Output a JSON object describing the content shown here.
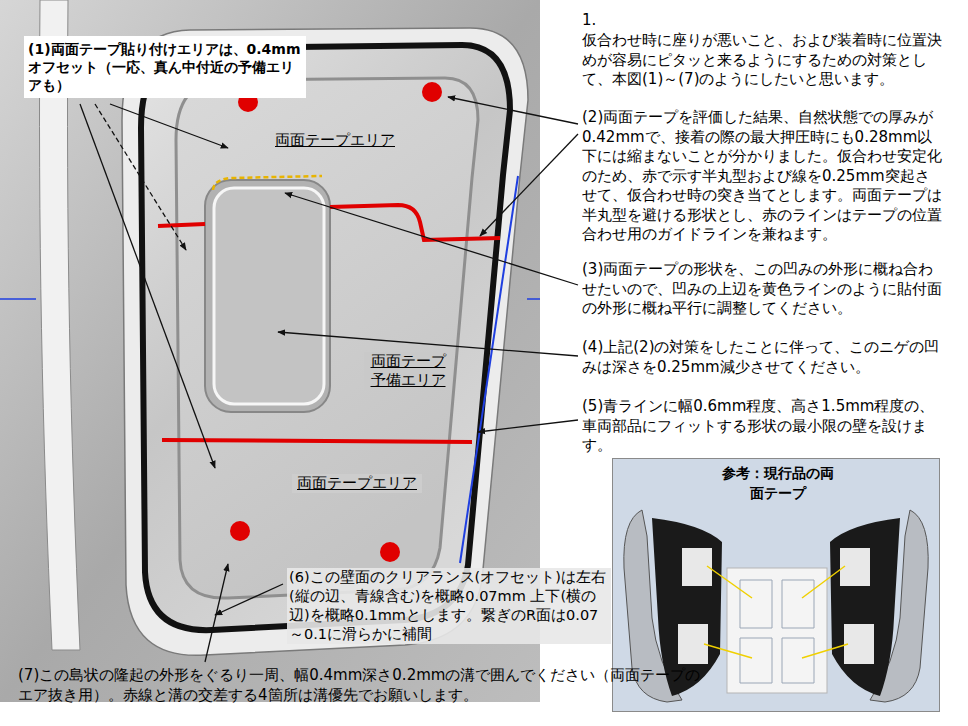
{
  "diagram": {
    "nodes": [
      {
        "text": [
          "(1)両面テープ貼り付けエリアは、0.4mmオフセット（一応、真ん中付近の予備エリアも）"
        ]
      },
      {
        "text": [
          "参考：現行品の両面テープ"
        ]
      }
    ],
    "labels": [
      "1.",
      "仮合わせ時に座りが悪いこと、および装着時に位置決めが容易にピタッと来るようにするための対策として、本図(1)～(7)のようにしたいと思います。",
      "(2)両面テープを評価した結果、自然状態での厚みが0.42mmで、接着の際の最大押圧時にも0.28mm以下には縮まないことが分かりました。仮合わせ安定化のため、赤で示す半丸型および線を0.25mm突起させて、仮合わせ時の突き当てとします。両面テープは半丸型を避ける形状とし、赤のラインはテープの位置合わせ用のガイドラインを兼ねます。",
      "(3)両面テープの形状を、この凹みの外形に概ね合わせたいので、凹みの上辺を黄色ラインのように貼付面の外形に概ね平行に調整してください。",
      "(4)上記(2)の対策をしたことに伴って、このニゲの凹みは深さを0.25mm減少させてください。",
      "(5)青ラインに幅0.6mm程度、高さ1.5mm程度の、車両部品にフィットする形状の最小限の壁を設けます。",
      "両面テープエリア",
      "両面テープ予備エリア",
      "両面テープエリア",
      "(6)この壁面のクリアランス(オフセット)は左右(縦の辺、青線含む)を概略0.07mm 上下(横の辺)を概略0.1mmとします。繋ぎのR面は0.07～0.1に滑らかに補間",
      "(7)この島状の隆起の外形をぐるり一周、幅0.4mm深さ0.2mmの溝で囲んでください（両面テープのエア抜き用）。赤線と溝の交差する4箇所は溝優先でお願いします。"
    ]
  }
}
